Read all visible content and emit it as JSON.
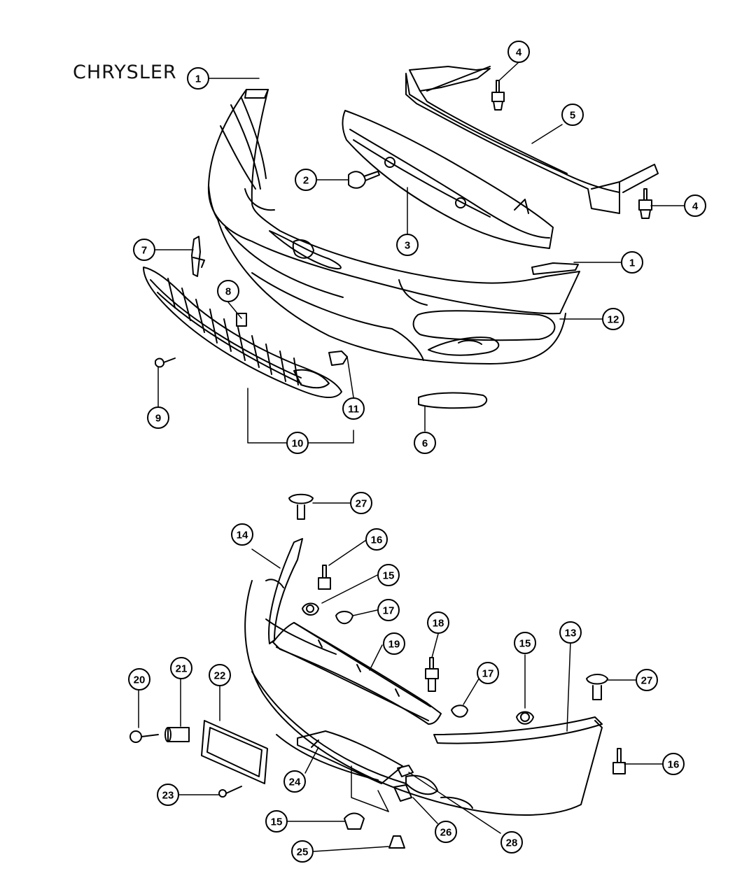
{
  "header": {
    "brand": "CHRYSLER"
  },
  "callouts": [
    {
      "id": "c-1a",
      "label": "1"
    },
    {
      "id": "c-1b",
      "label": "1"
    },
    {
      "id": "c-2",
      "label": "2"
    },
    {
      "id": "c-3",
      "label": "3"
    },
    {
      "id": "c-4a",
      "label": "4"
    },
    {
      "id": "c-4b",
      "label": "4"
    },
    {
      "id": "c-5",
      "label": "5"
    },
    {
      "id": "c-6",
      "label": "6"
    },
    {
      "id": "c-7",
      "label": "7"
    },
    {
      "id": "c-8",
      "label": "8"
    },
    {
      "id": "c-9",
      "label": "9"
    },
    {
      "id": "c-10",
      "label": "10"
    },
    {
      "id": "c-11",
      "label": "11"
    },
    {
      "id": "c-12",
      "label": "12"
    },
    {
      "id": "c-13",
      "label": "13"
    },
    {
      "id": "c-14",
      "label": "14"
    },
    {
      "id": "c-15a",
      "label": "15"
    },
    {
      "id": "c-15b",
      "label": "15"
    },
    {
      "id": "c-15c",
      "label": "15"
    },
    {
      "id": "c-16a",
      "label": "16"
    },
    {
      "id": "c-16b",
      "label": "16"
    },
    {
      "id": "c-17a",
      "label": "17"
    },
    {
      "id": "c-17b",
      "label": "17"
    },
    {
      "id": "c-18",
      "label": "18"
    },
    {
      "id": "c-19",
      "label": "19"
    },
    {
      "id": "c-20",
      "label": "20"
    },
    {
      "id": "c-21",
      "label": "21"
    },
    {
      "id": "c-22",
      "label": "22"
    },
    {
      "id": "c-23",
      "label": "23"
    },
    {
      "id": "c-24",
      "label": "24"
    },
    {
      "id": "c-25",
      "label": "25"
    },
    {
      "id": "c-26",
      "label": "26"
    },
    {
      "id": "c-27a",
      "label": "27"
    },
    {
      "id": "c-27b",
      "label": "27"
    },
    {
      "id": "c-28",
      "label": "28"
    }
  ]
}
